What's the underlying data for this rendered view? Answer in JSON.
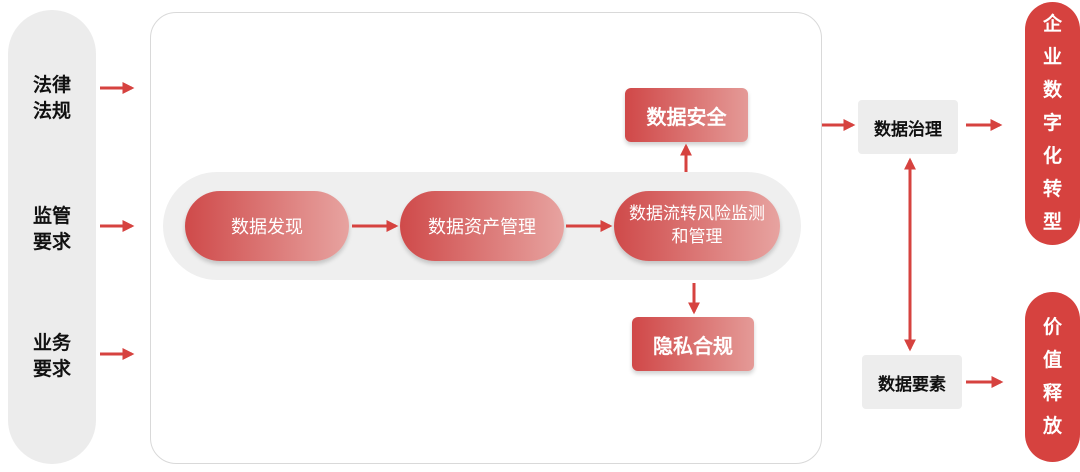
{
  "inputs": [
    {
      "lines": [
        "法律",
        "法规"
      ]
    },
    {
      "lines": [
        "监管",
        "要求"
      ]
    },
    {
      "lines": [
        "业务",
        "要求"
      ]
    }
  ],
  "process": {
    "steps": [
      "数据发现",
      "数据资产管理",
      "数据流转风险监测和管理"
    ],
    "top_box": "数据安全",
    "bottom_box": "隐私合规"
  },
  "governance": {
    "data_governance": "数据治理",
    "data_elements": "数据要素"
  },
  "outcomes": {
    "transformation_chars": [
      "企",
      "业",
      "数",
      "字",
      "化",
      "转",
      "型"
    ],
    "value_release_chars": [
      "价",
      "值",
      "释",
      "放"
    ]
  },
  "colors": {
    "accent_red": "#d6423f",
    "pill_gradient_start": "#cf4a4a",
    "pill_gradient_end": "#e7a3a0",
    "panel_gray": "#ececec"
  }
}
